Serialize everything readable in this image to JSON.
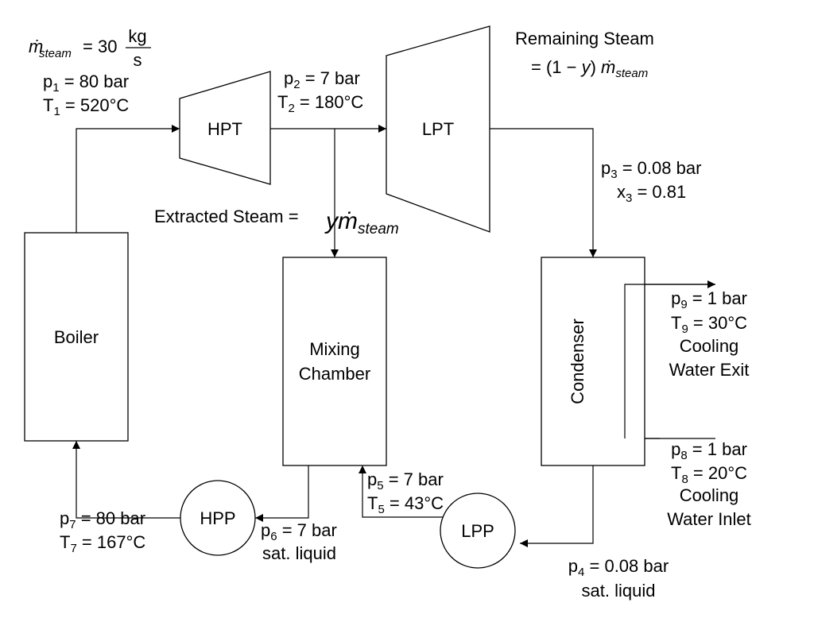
{
  "mass_flow": {
    "m": "ṁ",
    "sub": "steam",
    "eq": "= 30",
    "num": "kg",
    "den": "s"
  },
  "state1": {
    "p_sym": "p",
    "p_sub": "1",
    "p_val": " = 80 bar",
    "T_sym": "T",
    "T_sub": "1",
    "T_val": " = 520°C"
  },
  "state2": {
    "p_sym": "p",
    "p_sub": "2",
    "p_val": " = 7 bar",
    "T_sym": "T",
    "T_sub": "2",
    "T_val": " = 180°C"
  },
  "state3": {
    "p_sym": "p",
    "p_sub": "3",
    "p_val": " = 0.08 bar",
    "x_sym": "x",
    "x_sub": "3",
    "x_val": " = 0.81"
  },
  "state4": {
    "p_sym": "p",
    "p_sub": "4",
    "p_val": " = 0.08 bar",
    "desc": "sat. liquid"
  },
  "state5": {
    "p_sym": "p",
    "p_sub": "5",
    "p_val": " = 7 bar",
    "T_sym": "T",
    "T_sub": "5",
    "T_val": " = 43°C"
  },
  "state6": {
    "p_sym": "p",
    "p_sub": "6",
    "p_val": " = 7 bar",
    "desc": "sat. liquid"
  },
  "state7": {
    "p_sym": "p",
    "p_sub": "7",
    "p_val": " = 80 bar",
    "T_sym": "T",
    "T_sub": "7",
    "T_val": " = 167°C"
  },
  "state8": {
    "p_sym": "p",
    "p_sub": "8",
    "p_val": " = 1 bar",
    "T_sym": "T",
    "T_sub": "8",
    "T_val": " = 20°C",
    "line1": "Cooling",
    "line2": "Water Inlet"
  },
  "state9": {
    "p_sym": "p",
    "p_sub": "9",
    "p_val": " = 1 bar",
    "T_sym": "T",
    "T_sub": "9",
    "T_val": " = 30°C",
    "line1": "Cooling",
    "line2": "Water Exit"
  },
  "components": {
    "hpt": "HPT",
    "lpt": "LPT",
    "boiler": "Boiler",
    "mixing_line1": "Mixing",
    "mixing_line2": "Chamber",
    "condenser": "Condenser",
    "hpp": "HPP",
    "lpp": "LPP"
  },
  "remaining": {
    "title": "Remaining Steam",
    "eq": "= (1 − ",
    "y": "y",
    "close": ") ",
    "m": "ṁ",
    "sub": "steam"
  },
  "extracted": {
    "label": "Extracted Steam = ",
    "y": "y",
    "m": "ṁ",
    "sub": "steam"
  }
}
